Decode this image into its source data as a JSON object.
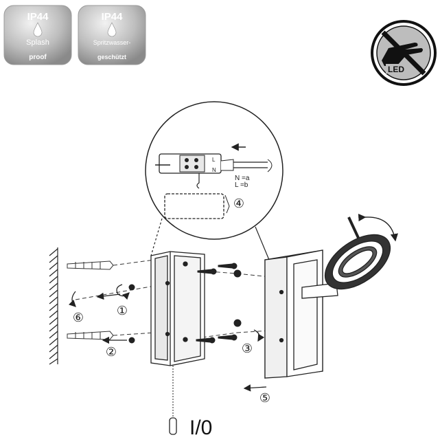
{
  "badges": [
    {
      "rating": "IP44",
      "line1": "Splash",
      "line2": "proof"
    },
    {
      "rating": "IP44",
      "line1": "Spritzwasser-",
      "line2": "geschützt"
    }
  ],
  "led_symbol": {
    "label": "LED",
    "icon": "no-touch-led-icon"
  },
  "wiring": {
    "terminal_n": "N",
    "terminal_l": "L",
    "legend_n": "N =a",
    "legend_l": "L =b"
  },
  "steps": [
    "①",
    "②",
    "③",
    "④",
    "⑤",
    "⑥"
  ],
  "switch_label": "I/0"
}
